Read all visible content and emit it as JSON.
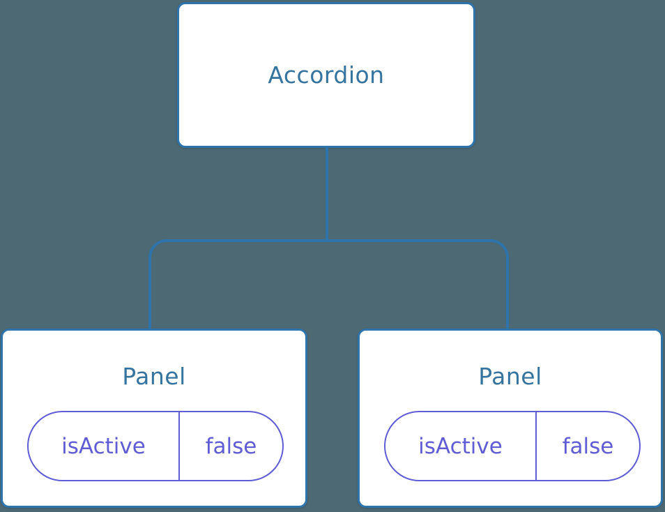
{
  "colors": {
    "background": "#4d6974",
    "connector_line": "#2e74aa",
    "node_fill": "#ffffff",
    "node_border": "#2e74aa",
    "node_text": "#35749e",
    "state_accent": "#5f5cd4"
  },
  "tree": {
    "root": {
      "label": "Accordion"
    },
    "panels": [
      {
        "title": "Panel",
        "state": {
          "key": "isActive",
          "value": "false"
        }
      },
      {
        "title": "Panel",
        "state": {
          "key": "isActive",
          "value": "false"
        }
      }
    ]
  }
}
